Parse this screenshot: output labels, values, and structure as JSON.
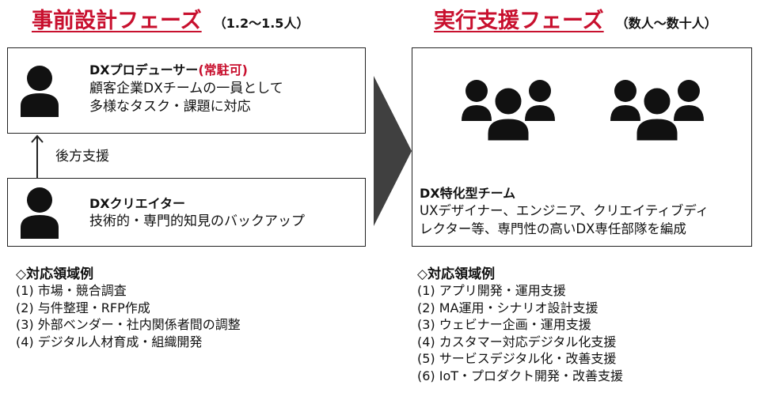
{
  "left": {
    "title": "事前設計フェーズ",
    "note": "（1.2〜1.5人）",
    "producer": {
      "name": "DXプロデューサー",
      "name_highlight": "(常駐可)",
      "desc": [
        "顧客企業DXチームの一員として",
        "多様なタスク・課題に対応"
      ]
    },
    "support_label": "後方支援",
    "creator": {
      "name": "DXクリエイター",
      "desc": "技術的・専門的知見のバックアップ"
    },
    "scope": {
      "heading": "◇対応領域例",
      "items": [
        "(1) 市場・競合調査",
        "(2) 与件整理・RFP作成",
        "(3) 外部ベンダー・社内関係者間の調整",
        "(4) デジタル人材育成・組織開発"
      ]
    }
  },
  "right": {
    "title": "実行支援フェーズ",
    "note": "（数人〜数十人）",
    "team": {
      "name": "DX特化型チーム",
      "desc": [
        "UXデザイナー、エンジニア、クリエイティブディ",
        "レクター等、専門性の高いDX専任部隊を編成"
      ]
    },
    "scope": {
      "heading": "◇対応領域例",
      "items": [
        "(1) アプリ開発・運用支援",
        "(2) MA運用・シナリオ設計支援",
        "(3) ウェビナー企画・運用支援",
        "(4) カスタマー対応デジタル化支援",
        "(5) サービスデジタル化・改善支援",
        "(6) IoT・プロダクト開発・改善支援"
      ]
    }
  },
  "colors": {
    "accent": "#c8102e",
    "arrow": "#404040",
    "text": "#111111"
  },
  "icons": [
    "person-icon",
    "group-icon",
    "up-arrow-icon",
    "chevron-right-icon"
  ]
}
